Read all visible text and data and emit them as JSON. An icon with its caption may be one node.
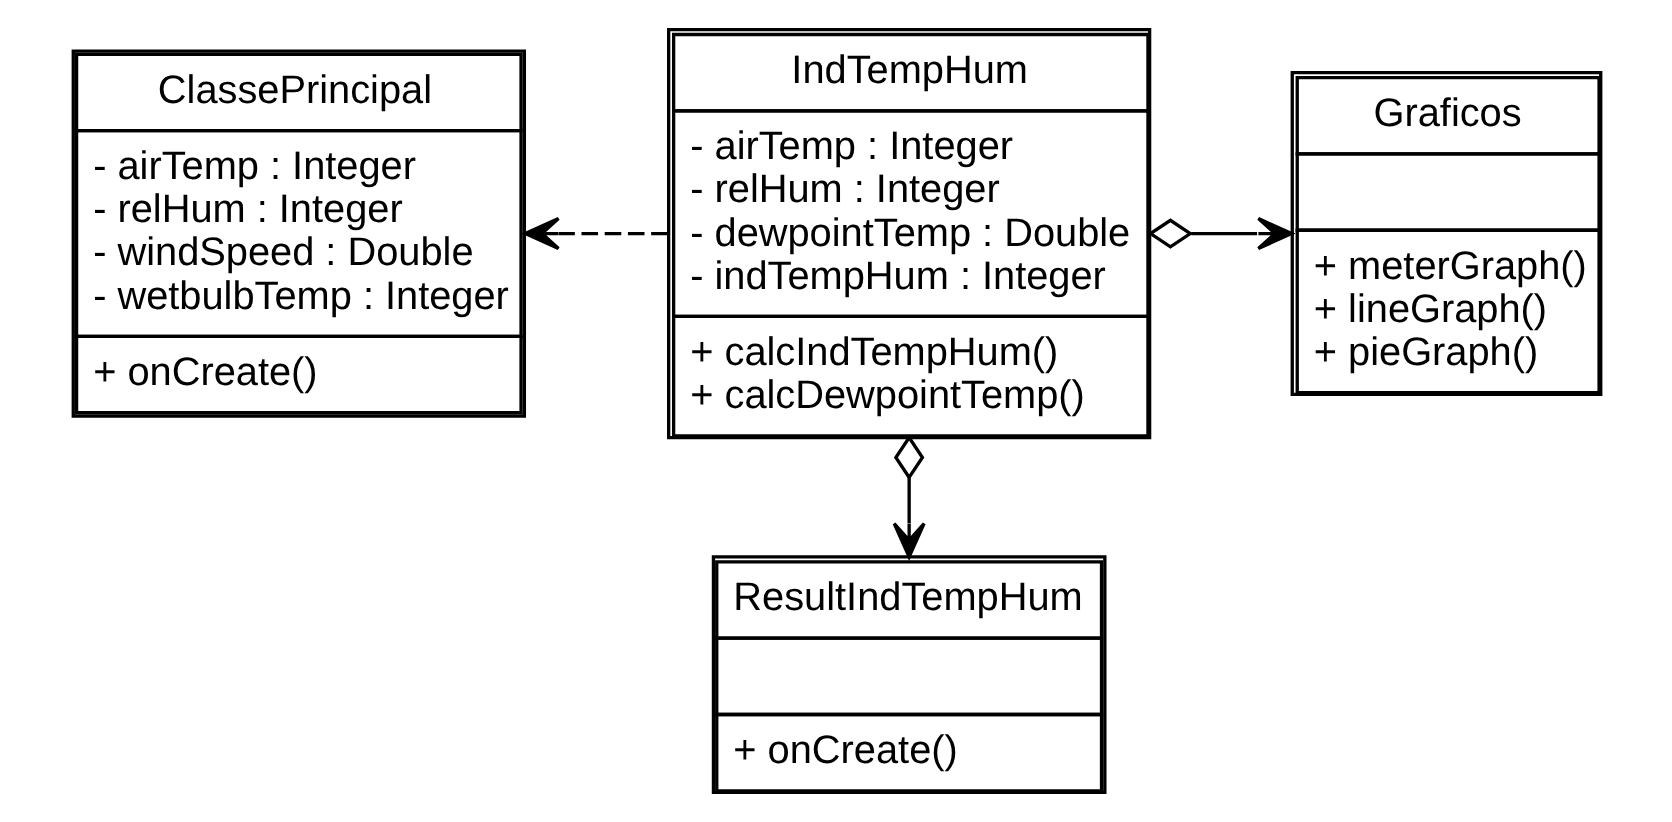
{
  "diagram": {
    "nodes": [
      {
        "text": [
          "ClassePrincipal",
          "- airTemp : Integer",
          "- relHum : Integer",
          "- windSpeed : Double",
          "- wetbulbTemp : Integer",
          "+ onCreate()"
        ]
      },
      {
        "text": [
          "IndTempHum",
          "- airTemp : Integer",
          "- relHum : Integer",
          "- dewpointTemp : Double",
          "- indTempHum : Integer",
          "+ calcIndTempHum()",
          "+ calcDewpointTemp()"
        ]
      },
      {
        "text": [
          "Graficos",
          "+ meterGraph()",
          "+ lineGraph()",
          "+ pieGraph()"
        ]
      },
      {
        "text": [
          "ResultIndTempHum",
          "+ onCreate()"
        ]
      }
    ],
    "edges": [
      {
        "from": 1,
        "to": 0,
        "arrow": "to",
        "style": "dashed"
      },
      {
        "from": 1,
        "to": 2,
        "arrow": "to"
      },
      {
        "from": 1,
        "to": 3,
        "arrow": "to"
      }
    ]
  }
}
